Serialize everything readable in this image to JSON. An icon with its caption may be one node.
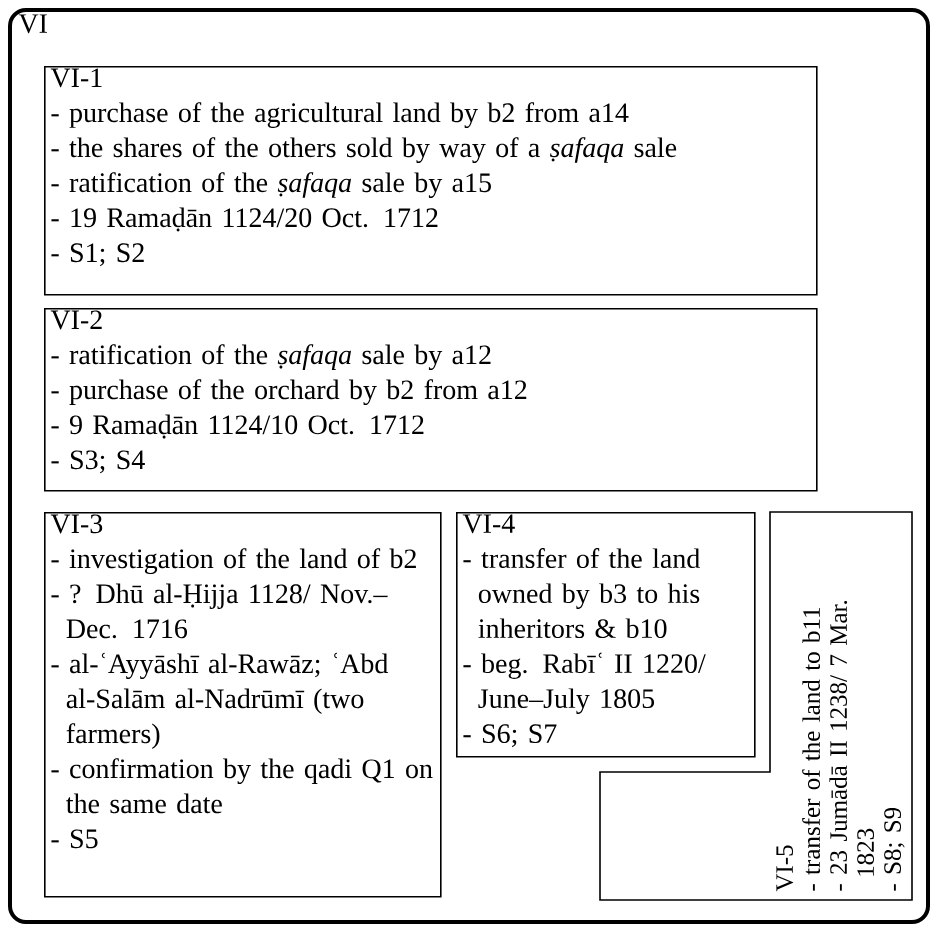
{
  "diagram": {
    "nodes": [
      {
        "text": [
          "VI"
        ]
      },
      {
        "text": [
          "VI-1",
          "- purchase of the agricultural land by b2 from a14",
          "- the shares of the others sold by way of a *ṣafaqa* sale",
          "- ratification of the *ṣafaqa* sale by a15",
          "- 19 Ramaḍān 1124/20 Oct. 1712",
          "- S1; S2"
        ],
        "in": 0
      },
      {
        "text": [
          "VI-2",
          "- ratification of the *ṣafaqa* sale by a12",
          "- purchase of the orchard by b2 from a12",
          "- 9 Ramaḍān 1124/10 Oct. 1712",
          "- S3; S4"
        ],
        "in": 0
      },
      {
        "text": [
          "VI-3",
          "- investigation of the land of b2",
          "- ? Dhū al-Ḥijja 1128/ Nov.–Dec. 1716",
          "- al-ʿAyyāshī al-Rawāz; ʿAbd al-Salām al-Nadrūmī (two farmers)",
          "- confirmation by the qadi Q1 on the same date",
          "- S5"
        ],
        "in": 0
      },
      {
        "text": [
          "VI-4",
          "- transfer of the land owned by b3 to his inheritors & b10",
          "- beg. Rabīʿ II 1220/ June–July 1805",
          "- S6; S7"
        ],
        "in": 0
      },
      {
        "text": [
          "VI-5",
          "- transfer of the land to b11",
          "- 23 Jumādā II 1238/ 7 Mar. 1823",
          "- S8; S9"
        ],
        "in": 0
      }
    ]
  }
}
